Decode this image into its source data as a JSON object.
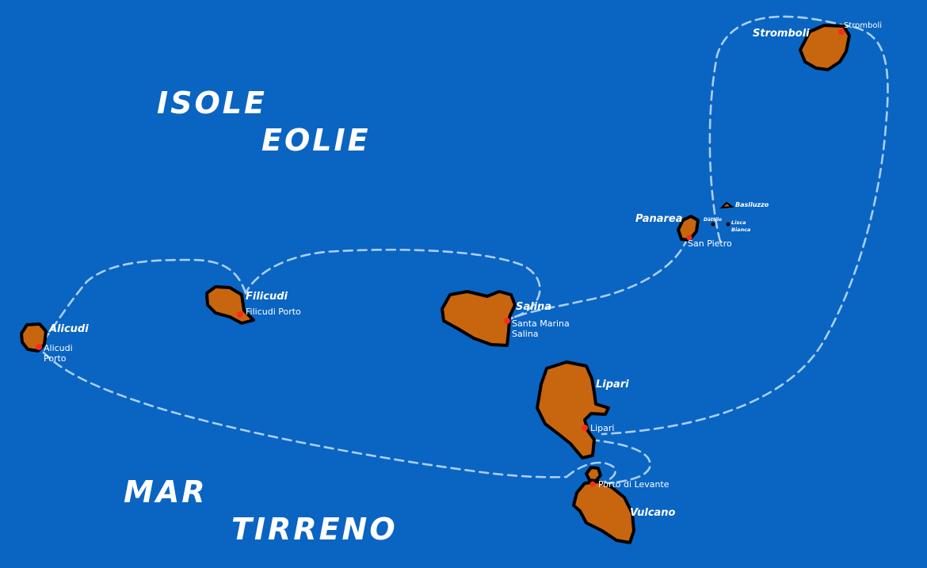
{
  "sea_labels": {
    "isole": "ISOLE",
    "eolie": "EOLIE",
    "mar": "MAR",
    "tirreno": "TIRRENO"
  },
  "islands": {
    "stromboli": "Stromboli",
    "panarea": "Panarea",
    "basiluzzo": "Basiluzzo",
    "dattilo": "Dàttilo",
    "lisca_bianca_1": "Lisca",
    "lisca_bianca_2": "Bianca",
    "filicudi": "Filicudi",
    "alicudi": "Alicudi",
    "salina": "Salina",
    "lipari": "Lipari",
    "vulcano": "Vulcano"
  },
  "ports": {
    "stromboli": "Stromboli",
    "san_pietro": "San Pietro",
    "filicudi_porto": "Filicudi Porto",
    "alicudi_1": "Alicudi",
    "alicudi_2": "Porto",
    "santa_marina_1": "Santa Marina",
    "santa_marina_2": "Salina",
    "lipari": "Lipari",
    "porto_di_levante": "Porto di Levante"
  },
  "colors": {
    "sea": "#0a64c2",
    "land": "#c8650f",
    "coast": "#000000",
    "route": "#a9cff3",
    "port_marker": "#ff2a1a",
    "text": "#ffffff"
  }
}
